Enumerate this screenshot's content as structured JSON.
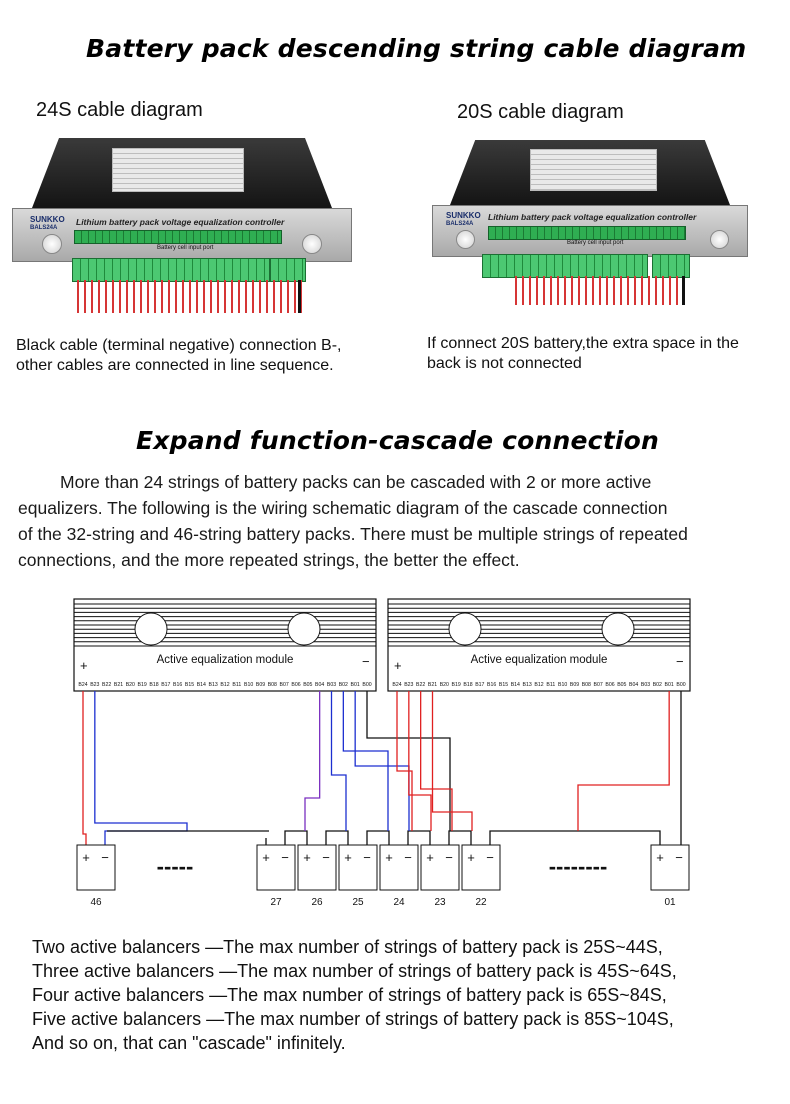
{
  "headings": {
    "main": "Battery pack descending string cable diagram",
    "cascade": "Expand function-cascade connection"
  },
  "left_panel": {
    "subtitle": "24S cable diagram",
    "brand": "SUNKKO",
    "model": "BALS24A",
    "device_title": "Lithium battery pack voltage equalization controller",
    "port_label": "Battery cell input port",
    "note_lines": [
      "Black cable (terminal negative) connection B-,",
      "other cables are connected in line sequence."
    ]
  },
  "right_panel": {
    "subtitle": "20S cable diagram",
    "brand": "SUNKKO",
    "model": "BALS24A",
    "device_title": "Lithium battery pack voltage equalization controller",
    "port_label": "Battery cell input port",
    "note_lines": [
      "If connect 20S battery,the extra space in the",
      "back is not connected"
    ]
  },
  "paragraph_lines": [
    "More than 24 strings of battery packs can be cascaded with 2 or more active",
    "equalizers. The following is the wiring schematic diagram of the cascade connection",
    "of the 32-string and 46-string battery packs. There must be multiple strings of repeated",
    "connections, and the more repeated strings, the better the effect."
  ],
  "schematic": {
    "module_label": "Active equalization module",
    "plus": "+",
    "minus": "−",
    "pin_labels": [
      "B24",
      "B23",
      "B22",
      "B21",
      "B20",
      "B19",
      "B18",
      "B17",
      "B16",
      "B15",
      "B14",
      "B13",
      "B12",
      "B11",
      "B10",
      "B09",
      "B08",
      "B07",
      "B06",
      "B05",
      "B04",
      "B03",
      "B02",
      "B01",
      "B00"
    ],
    "batteries": [
      "46",
      "27",
      "26",
      "25",
      "24",
      "23",
      "22",
      "01"
    ],
    "dashes": "-----",
    "dashes_right": "--------",
    "colors": {
      "red": "#e02020",
      "blue": "#1c2fd0",
      "purple": "#7a2fc0",
      "black": "#111111"
    }
  },
  "bottom_lines": [
    "Two active balancers —The max number of strings of battery pack is 25S~44S,",
    "Three active balancers —The max number of strings of battery pack is 45S~64S,",
    "Four active balancers —The max number of strings of battery pack is 65S~84S,",
    "Five active balancers —The max number of strings of battery pack is 85S~104S,",
    "And so on, that can \"cascade\" infinitely."
  ]
}
